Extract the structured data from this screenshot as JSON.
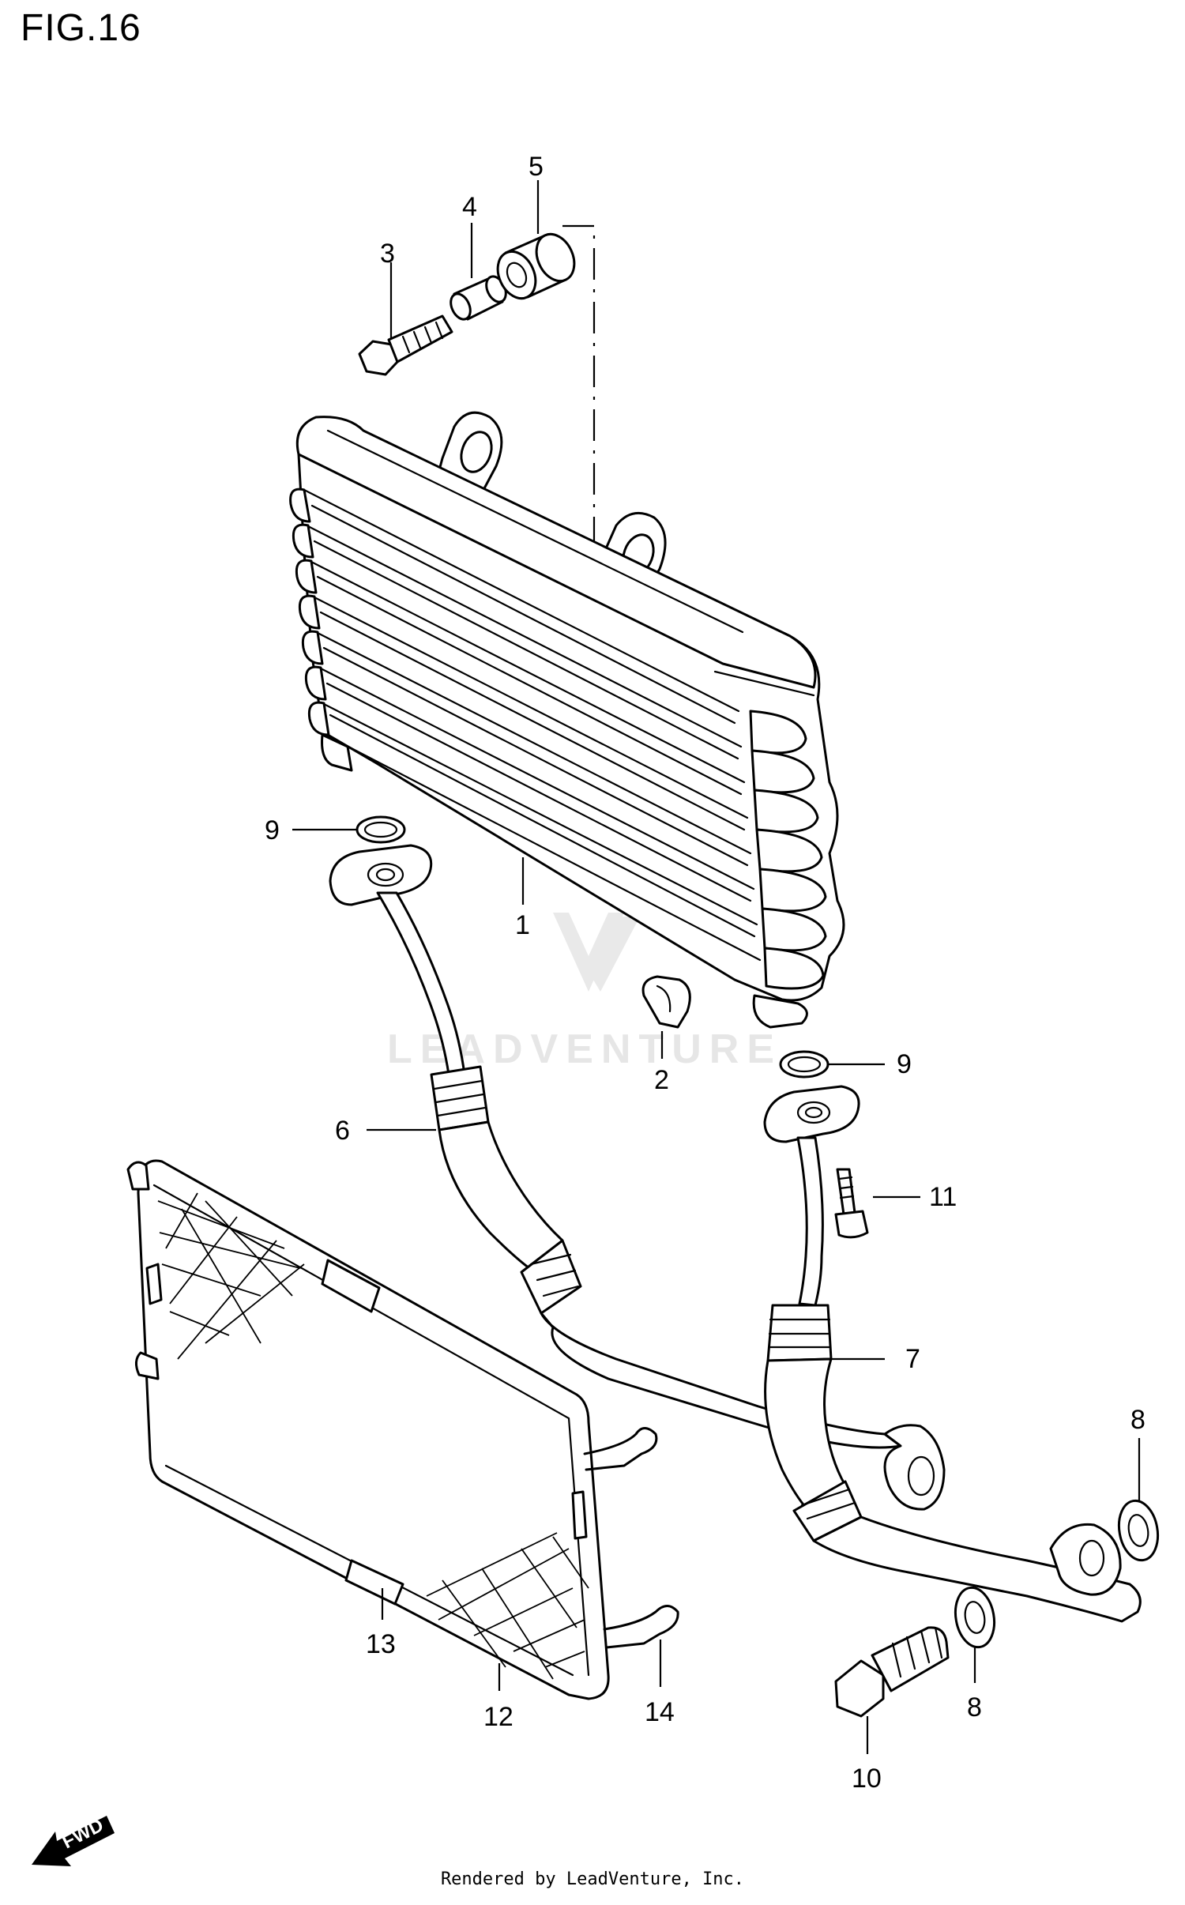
{
  "title": "FIG.16",
  "watermark": "LEADVENTURE",
  "direction_label": "FWD",
  "footer": "Rendered by LeadVenture, Inc.",
  "callouts": {
    "c1": "1",
    "c2": "2",
    "c3": "3",
    "c4": "4",
    "c5": "5",
    "c6": "6",
    "c7": "7",
    "c8a": "8",
    "c8b": "8",
    "c9a": "9",
    "c9b": "9",
    "c10": "10",
    "c11": "11",
    "c12": "12",
    "c13": "13",
    "c14": "14"
  }
}
